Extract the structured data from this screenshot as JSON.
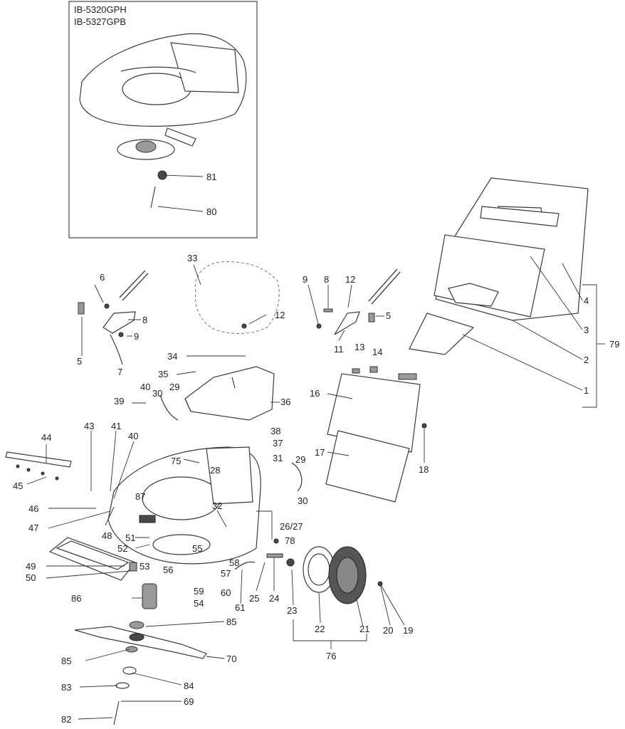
{
  "inset": {
    "models": [
      "IB-5320GPH",
      "IB-5327GPB"
    ]
  },
  "labels": {
    "p1": "1",
    "p2": "2",
    "p3": "3",
    "p4": "4",
    "p5a": "5",
    "p5b": "5",
    "p6": "6",
    "p7": "7",
    "p8a": "8",
    "p8b": "8",
    "p9a": "9",
    "p9b": "9",
    "p11": "11",
    "p12a": "12",
    "p12b": "12",
    "p13": "13",
    "p14": "14",
    "p16": "16",
    "p17": "17",
    "p18": "18",
    "p19": "19",
    "p20": "20",
    "p21": "21",
    "p22": "22",
    "p23": "23",
    "p24": "24",
    "p25": "25",
    "p26": "26/27",
    "p28": "28",
    "p29a": "29",
    "p29b": "29",
    "p30a": "30",
    "p30b": "30",
    "p31": "31",
    "p32": "32",
    "p33": "33",
    "p34": "34",
    "p35": "35",
    "p36": "36",
    "p37": "37",
    "p38": "38",
    "p39": "39",
    "p40a": "40",
    "p40b": "40",
    "p41": "41",
    "p43": "43",
    "p44": "44",
    "p45": "45",
    "p46": "46",
    "p47": "47",
    "p48": "48",
    "p49": "49",
    "p50": "50",
    "p51": "51",
    "p52": "52",
    "p53": "53",
    "p54": "54",
    "p55": "55",
    "p56": "56",
    "p57": "57",
    "p58": "58",
    "p59": "59",
    "p60": "60",
    "p61": "61",
    "p69": "69",
    "p70": "70",
    "p75": "75",
    "p76": "76",
    "p78": "78",
    "p79": "79",
    "p80": "80",
    "p81": "81",
    "p82": "82",
    "p83": "83",
    "p84": "84",
    "p85a": "85",
    "p85b": "85",
    "p86": "86",
    "p87": "87"
  }
}
